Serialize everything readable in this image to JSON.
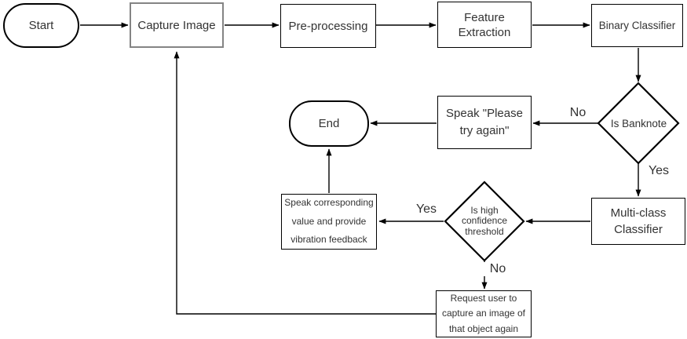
{
  "colors": {
    "line": "#000000",
    "text": "#333333",
    "capture_image_border": "#848484",
    "node_fill": "#ffffff",
    "background": "#ffffff"
  },
  "nodes": {
    "start": {
      "label": "Start",
      "shape": "terminator"
    },
    "capture_image": {
      "label": "Capture Image",
      "shape": "process"
    },
    "pre_processing": {
      "label": "Pre-processing",
      "shape": "process"
    },
    "feature_extraction": {
      "lines": [
        "Feature",
        "Extraction"
      ],
      "shape": "process"
    },
    "binary_classifier": {
      "label": "Binary Classifier",
      "shape": "process"
    },
    "is_banknote": {
      "label": "Is Banknote",
      "shape": "decision"
    },
    "speak_please_try_again": {
      "lines": [
        "Speak \"Please",
        "try again\""
      ],
      "shape": "process"
    },
    "end": {
      "label": "End",
      "shape": "terminator"
    },
    "multi_class_classifier": {
      "lines": [
        "Multi-class",
        "Classifier"
      ],
      "shape": "process"
    },
    "is_high_confidence": {
      "lines": [
        "Is high",
        "confidence",
        "threshold"
      ],
      "shape": "decision"
    },
    "speak_value_vibration": {
      "lines": [
        "Speak corresponding",
        "value and provide",
        "vibration feedback"
      ],
      "shape": "process"
    },
    "request_recapture": {
      "lines": [
        "Request user to",
        "capture an image of",
        "that object again"
      ],
      "shape": "process"
    }
  },
  "edge_labels": {
    "is_banknote_no": "No",
    "is_banknote_yes": "Yes",
    "confidence_yes": "Yes",
    "confidence_no": "No"
  }
}
